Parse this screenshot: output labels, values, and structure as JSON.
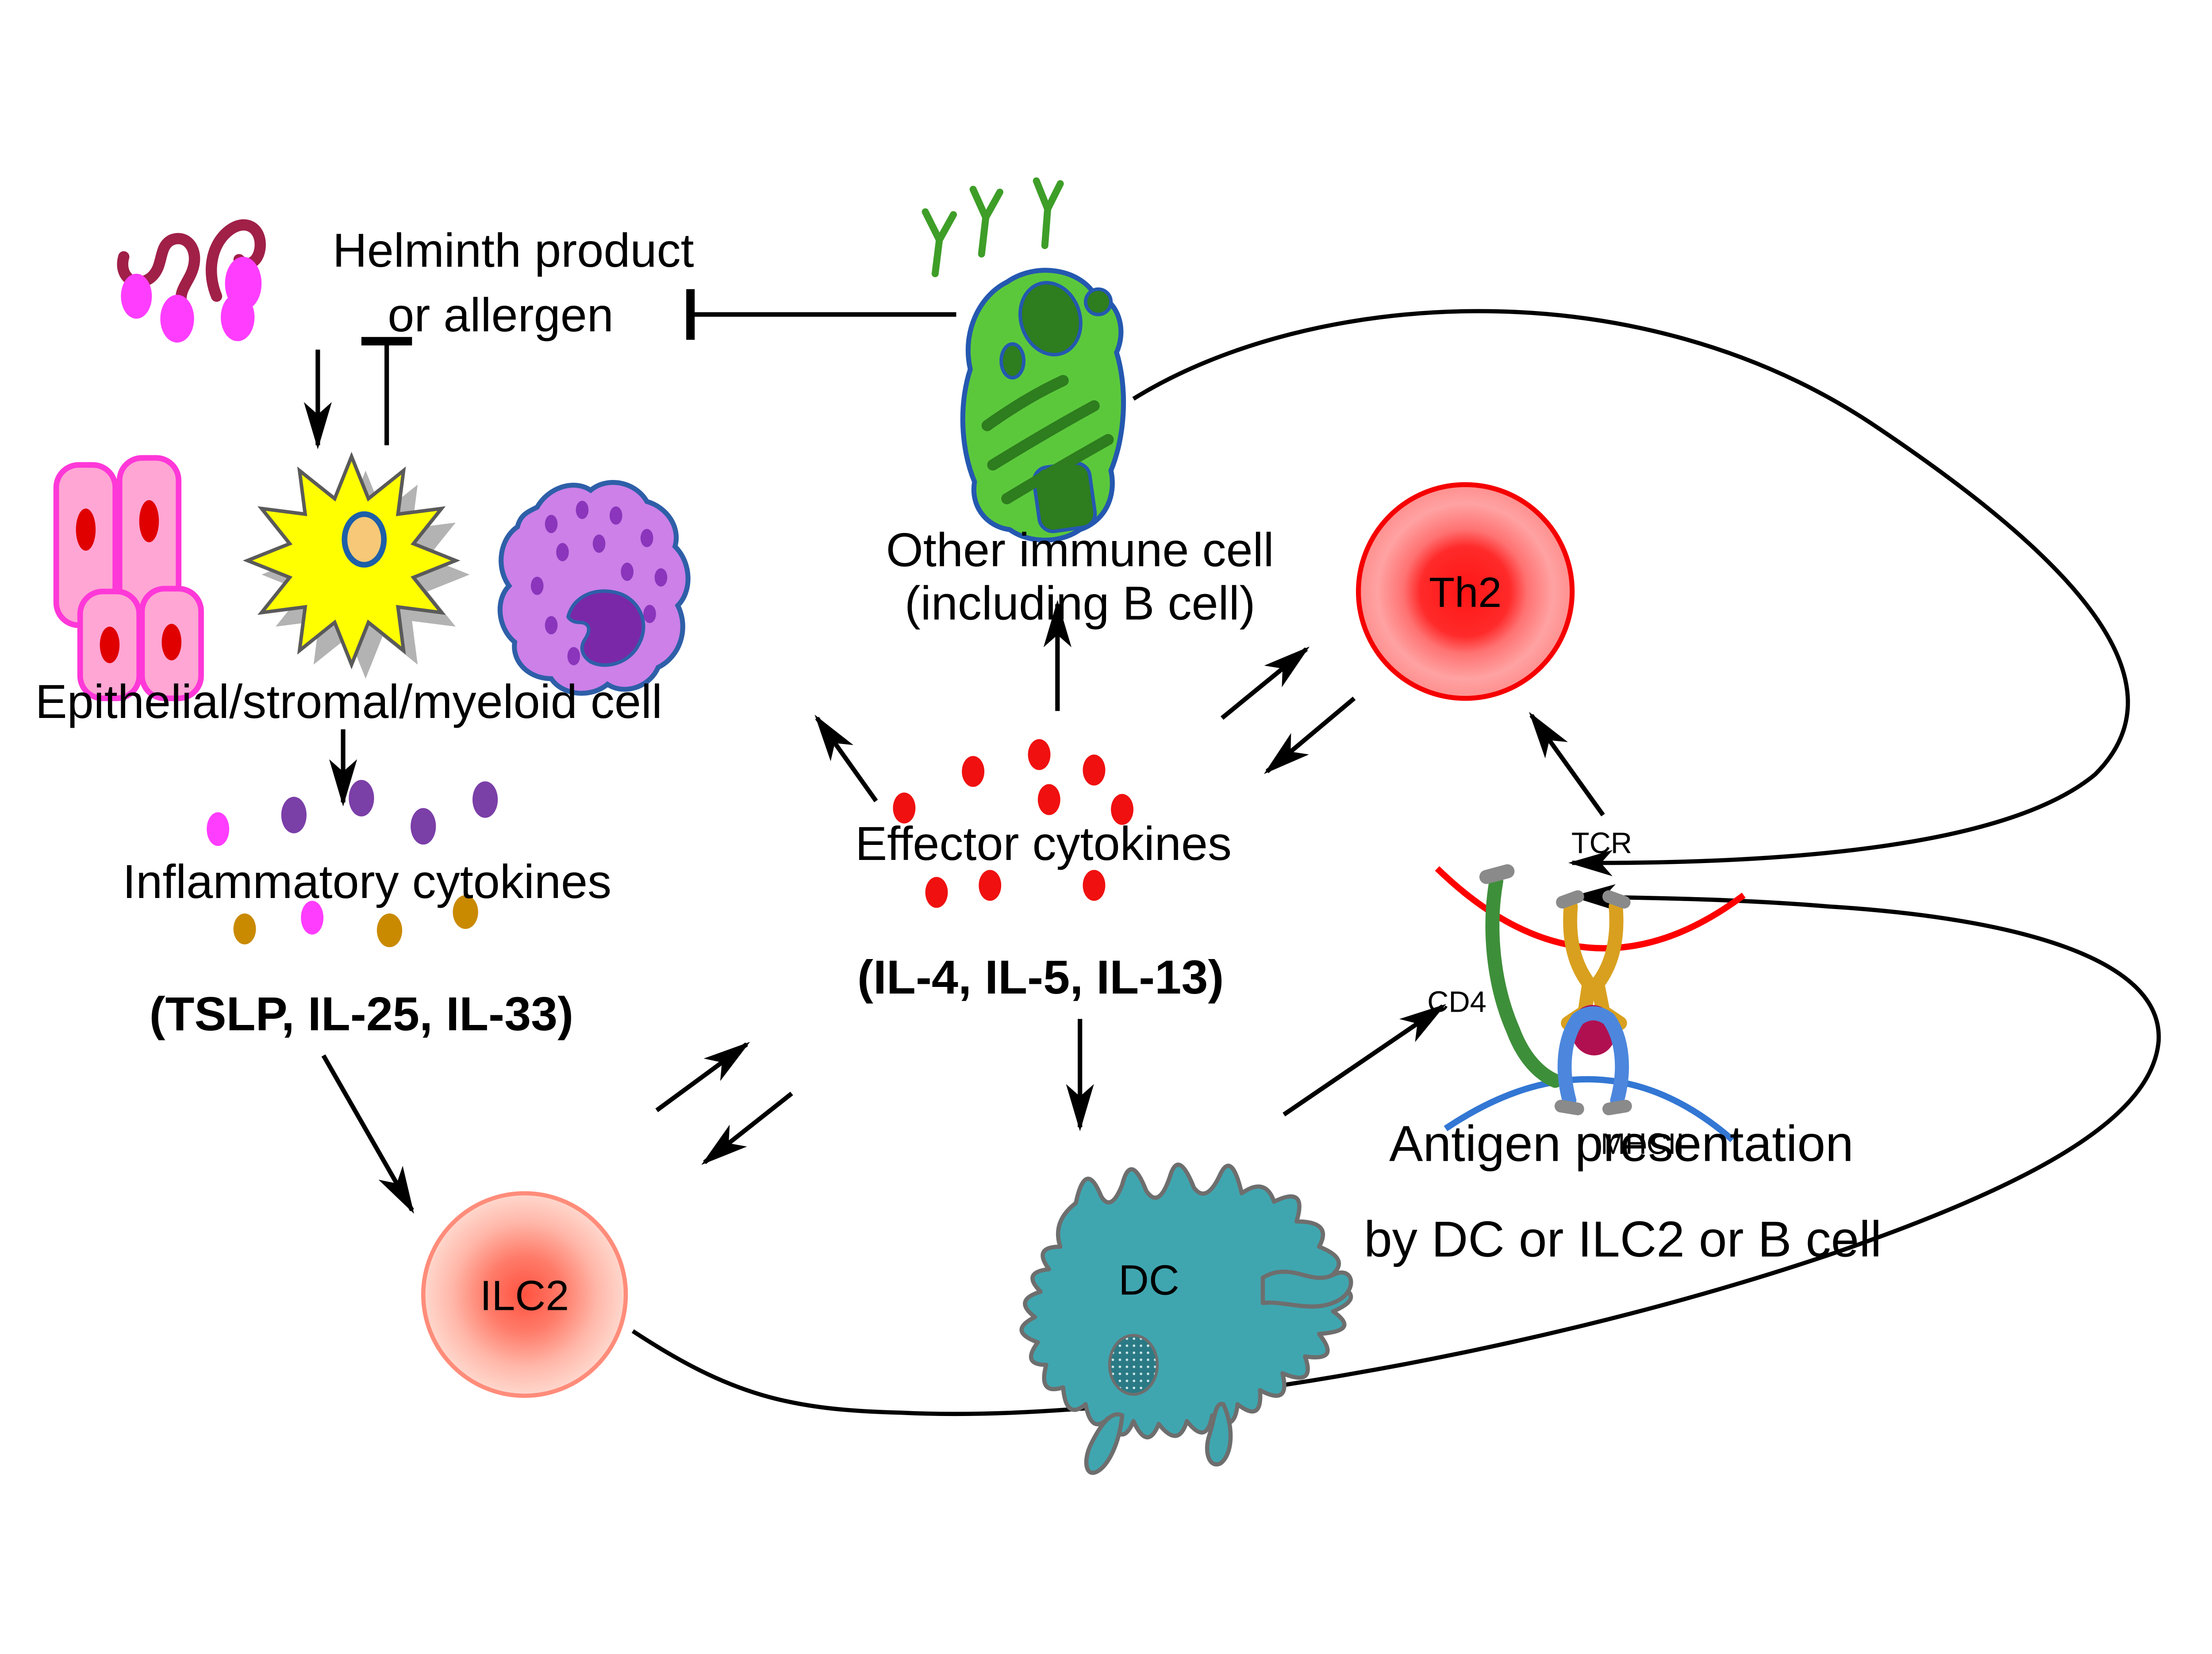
{
  "diagram": {
    "labels": {
      "helminth_line1": "Helminth product",
      "helminth_line2": "or allergen",
      "epithelial": "Epithelial/stromal/myeloid cell",
      "inflammatory_line1": "Inflammatory cytokines",
      "inflammatory_line2": "(TSLP, IL-25, IL-33)",
      "effector_line1": "Effector cytokines",
      "effector_line2": "(IL-4, IL-5, IL-13)",
      "other_line1": "Other immune cell",
      "other_line2": "(including B cell)",
      "antigen_line1": "Antigen presentation",
      "antigen_line2": "by DC or ILC2 or B cell",
      "th2": "Th2",
      "ilc2": "ILC2",
      "dc": "DC",
      "tcr": "TCR",
      "cd4": "CD4",
      "mhcii": "MHCII"
    },
    "colors": {
      "worm": "#A02048",
      "egg": "#FF3DFF",
      "epithelial_fill": "#FFA6D4",
      "epithelial_border": "#FF38D8",
      "nucleus_red": "#E00000",
      "stromal_fill": "#FFFF00",
      "stromal_nucleus": "#F6C877",
      "myeloid_fill": "#CC80E8",
      "myeloid_dot": "#8A35BB",
      "myeloid_nucleus": "#7A28A8",
      "outline_blue": "#2458B0",
      "green_cell": "#5BC83C",
      "green_organelle": "#2E7D1E",
      "receptor_green": "#3E9E28",
      "th2_core": "#FF1A1A",
      "ilc2_core": "#FF4433",
      "dc_fill": "#3FA6B0",
      "dc_outline": "#6E6E6E",
      "tcr_gold": "#D9A01F",
      "cd4_green": "#3E8F3A",
      "mhcii_blue": "#4C87DD",
      "antigen_maroon": "#B01050",
      "membrane_red": "#FF0000",
      "membrane_blue": "#3377D4",
      "cytokine_red": "#F01010",
      "cytokine_magenta": "#FF3DFF",
      "cytokine_purple": "#7B3FA8",
      "cytokine_gold": "#C98A00",
      "gray_tip": "#8A8A8A"
    },
    "icons": {
      "helminth-worm-icon": "squiggle-stroke",
      "helminth-egg-icon": "ellipse",
      "epithelial-cells-icon": "pink-pill-cells",
      "stromal-cell-icon": "yellow-starburst",
      "myeloid-cell-icon": "purple-spotted-blob",
      "other-immune-cell-icon": "green-cell-with-receptors",
      "th2-cell-icon": "red-gradient-circle",
      "ilc2-cell-icon": "salmon-gradient-circle",
      "dendritic-cell-icon": "teal-spiky-cell",
      "tcr-molecule-icon": "gold-receptor",
      "cd4-molecule-icon": "green-curve-receptor",
      "mhcii-molecule-icon": "blue-receptor",
      "antigen-peptide-icon": "maroon-ellipse"
    }
  }
}
